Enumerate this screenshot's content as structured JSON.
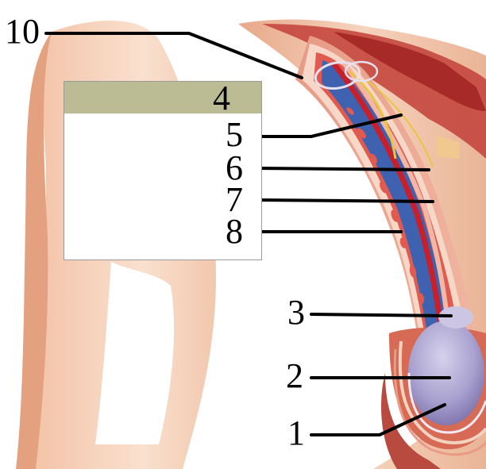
{
  "colors": {
    "skin": "#f2c6a8",
    "skin_dark": "#d98a6a",
    "muscle": "#c2413a",
    "vein": "#3c63b3",
    "artery": "#c8202a",
    "nerve": "#e8c640",
    "testis": "#a8a0cc",
    "label_header": "#bcbc94"
  },
  "labels": {
    "l1": "1",
    "l2": "2",
    "l3": "3",
    "l4": "4",
    "l5": "5",
    "l6": "6",
    "l7": "7",
    "l8": "8",
    "l10": "10"
  }
}
